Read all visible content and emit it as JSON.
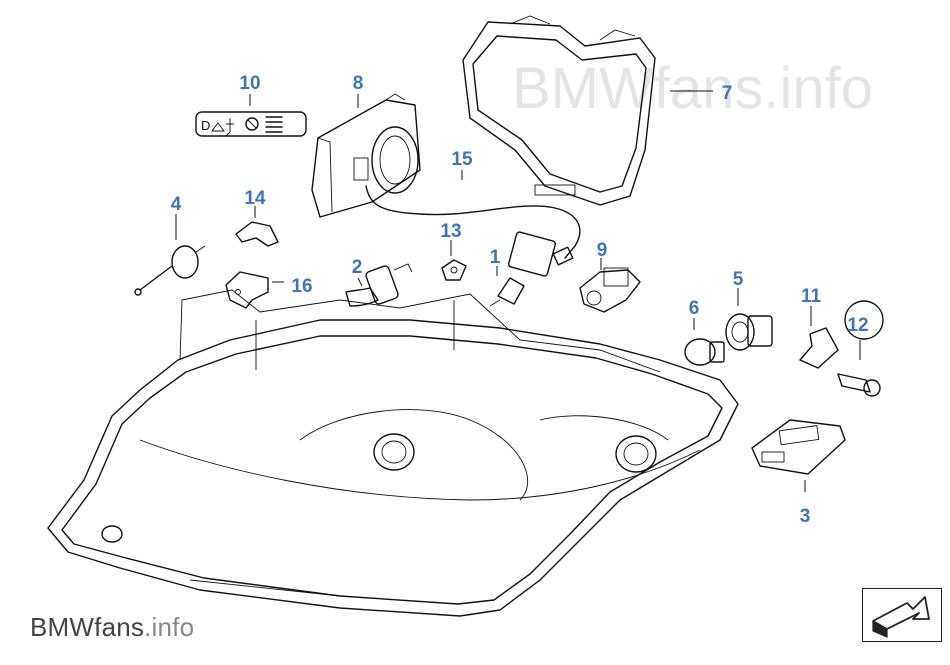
{
  "diagram": {
    "watermark": "BMWfans.info",
    "callouts": [
      "1",
      "2",
      "3",
      "4",
      "5",
      "6",
      "7",
      "8",
      "9",
      "10",
      "11",
      "12",
      "13",
      "14",
      "15",
      "16"
    ],
    "label_icons": [
      "D",
      "warning-triangle-icon",
      "person-icon",
      "prohibited-circle-icon",
      "low-beam-icon"
    ],
    "colors": {
      "callout": "#3f74b6",
      "line": "#111111",
      "watermark": "#e4e4e4"
    }
  },
  "footer": {
    "brand_main": "BMWfans",
    "brand_suffix": ".info"
  },
  "nav": {
    "icon": "arrow-return-icon"
  }
}
